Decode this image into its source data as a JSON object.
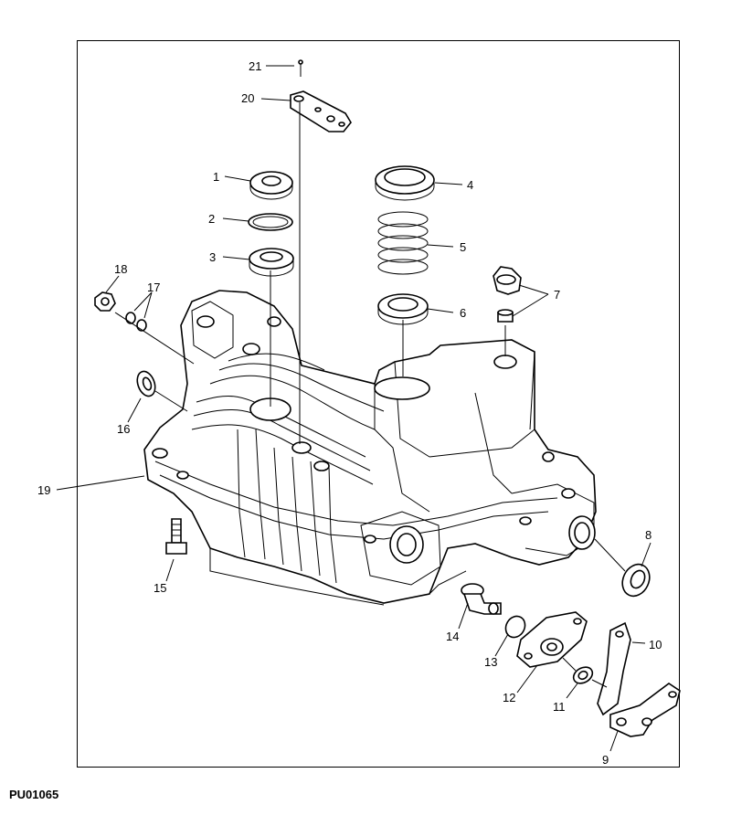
{
  "figure_code": "PU01065",
  "callouts": [
    {
      "id": "c1",
      "text": "1"
    },
    {
      "id": "c2",
      "text": "2"
    },
    {
      "id": "c3",
      "text": "3"
    },
    {
      "id": "c4",
      "text": "4"
    },
    {
      "id": "c5",
      "text": "5"
    },
    {
      "id": "c6",
      "text": "6"
    },
    {
      "id": "c7",
      "text": "7"
    },
    {
      "id": "c8",
      "text": "8"
    },
    {
      "id": "c9",
      "text": "9"
    },
    {
      "id": "c10",
      "text": "10"
    },
    {
      "id": "c11",
      "text": "11"
    },
    {
      "id": "c12",
      "text": "12"
    },
    {
      "id": "c13",
      "text": "13"
    },
    {
      "id": "c14",
      "text": "14"
    },
    {
      "id": "c15",
      "text": "15"
    },
    {
      "id": "c16",
      "text": "16"
    },
    {
      "id": "c17",
      "text": "17"
    },
    {
      "id": "c18",
      "text": "18"
    },
    {
      "id": "c19",
      "text": "19"
    },
    {
      "id": "c20",
      "text": "20"
    },
    {
      "id": "c21",
      "text": "21"
    }
  ]
}
